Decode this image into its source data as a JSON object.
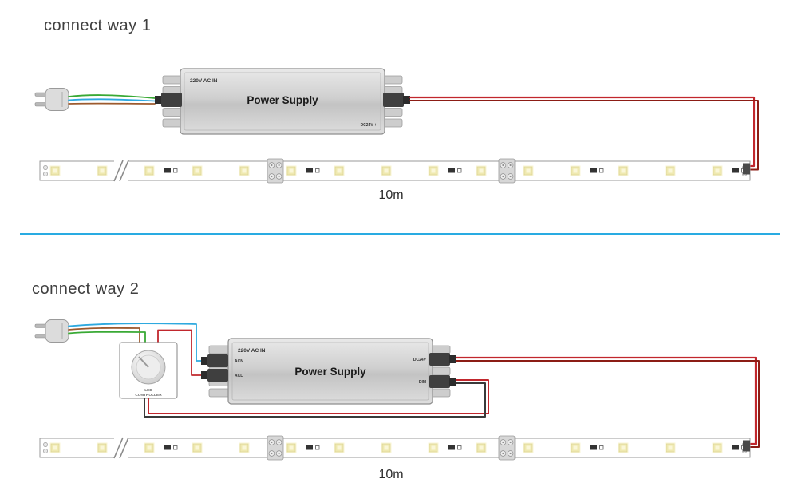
{
  "colors": {
    "divider": "#29abe2",
    "wire_red": "#c1272d",
    "wire_dark_red": "#8c1d15",
    "wire_black": "#3a3a3a",
    "wire_blue": "#2ea9df",
    "wire_green": "#39a935",
    "wire_brown": "#9c5a2e",
    "led_yellow": "#efe9b0"
  },
  "way1": {
    "title": "connect way 1",
    "power_supply": {
      "name": "Power Supply",
      "input_label": "220V AC IN",
      "output_label": "DC24V +"
    },
    "strip_length": "10m"
  },
  "way2": {
    "title": "connect way 2",
    "controller": {
      "label_line1": "LED",
      "label_line2": "CONTROLLER"
    },
    "power_supply": {
      "name": "Power Supply",
      "input_label": "220V AC IN",
      "input_terminal_1": "ACN",
      "input_terminal_2": "ACL",
      "output_top_label": "DC24V",
      "output_bottom_label": "DIM"
    },
    "strip_length": "10m"
  }
}
